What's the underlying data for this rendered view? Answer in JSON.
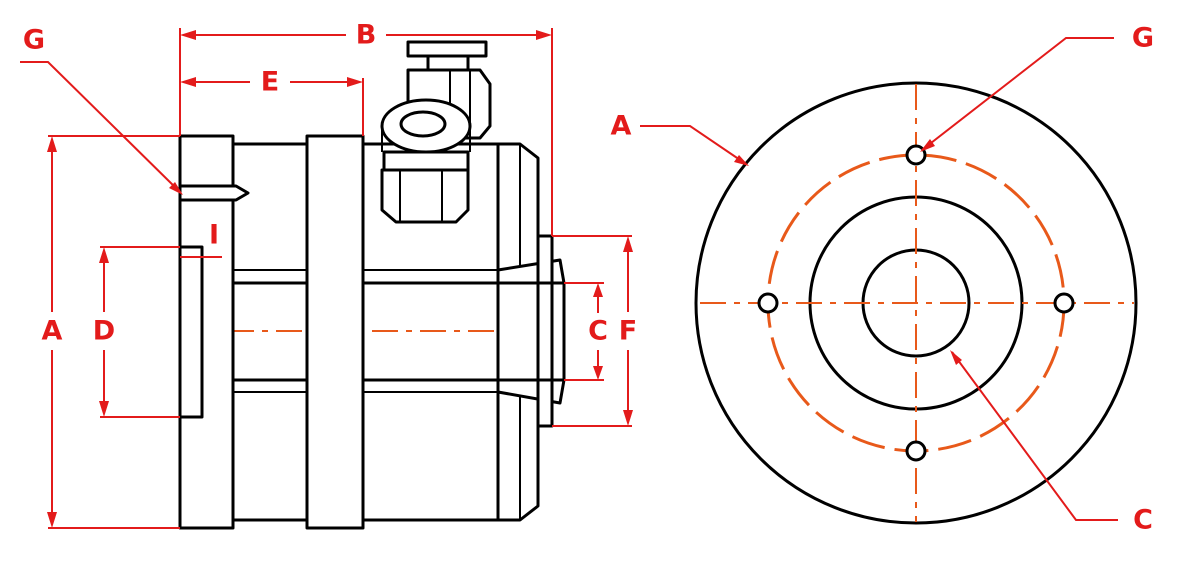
{
  "side_view": {
    "labels": {
      "A": "A",
      "B": "B",
      "C": "C",
      "D": "D",
      "E": "E",
      "F": "F",
      "G": "G",
      "I": "I"
    }
  },
  "end_view": {
    "labels": {
      "A": "A",
      "C": "C",
      "G": "G"
    }
  },
  "colors": {
    "dimension": "#e31b1b",
    "centerline": "#e8591a",
    "outline": "#000000"
  }
}
